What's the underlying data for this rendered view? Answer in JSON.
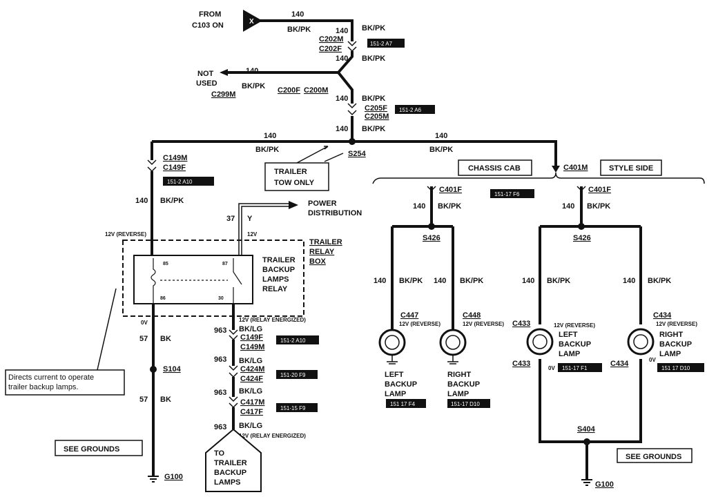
{
  "connectors": {
    "from_label": [
      "FROM",
      "C103 ON"
    ],
    "not_used": [
      "NOT",
      "USED"
    ],
    "c202m": "C202M",
    "c202f": "C202F",
    "c200f": "C200F",
    "c200m": "C200M",
    "c299m": "C299M",
    "c205f": "C205F",
    "c205m": "C205M",
    "s254": "S254",
    "c149m_a": "C149M",
    "c149f_a": "C149F",
    "c401m": "C401M",
    "c401f_l": "C401F",
    "c401f_r": "C401F",
    "s426_l": "S426",
    "s426_r": "S426",
    "c447": "C447",
    "c448": "C448",
    "c433_top": "C433",
    "c433_bot": "C433",
    "c434_top": "C434",
    "c434_bot": "C434",
    "s404": "S404",
    "s104": "S104",
    "g100_l": "G100",
    "g100_r": "G100",
    "c149f_b": "C149F",
    "c149m_b": "C149M",
    "c424m": "C424M",
    "c424f": "C424F",
    "c417m": "C417M",
    "c417f": "C417F"
  },
  "circuits": {
    "c140": "140",
    "c57": "57",
    "c37": "37",
    "c963": "963",
    "bkpk": "BK/PK",
    "bk": "BK",
    "y": "Y",
    "bklg": "BK/LG"
  },
  "refs": {
    "r1": "151-2  A7",
    "r2": "151-2  A6",
    "r3": "151-2  A10",
    "r4": "151-17 F6",
    "r5": "151-2  A10",
    "r6": "151-20 F9",
    "r7": "151-15 F9",
    "r8": "151  17 F4",
    "r9": "151-17 D10",
    "r10": "151-17 F1",
    "r11": "151  17 D10"
  },
  "boxes": {
    "trailer_tow_only": [
      "TRAILER",
      "TOW ONLY"
    ],
    "chassis_cab": "CHASSIS CAB",
    "style_side": "STYLE SIDE",
    "see_grounds_l": "SEE GROUNDS",
    "see_grounds_r": "SEE GROUNDS",
    "to_trailer": [
      "TO",
      "TRAILER",
      "BACKUP",
      "LAMPS"
    ],
    "callout": [
      "Directs current to  operate",
      "trailer backup lamps."
    ]
  },
  "relay": {
    "box_label": [
      "TRAILER",
      "RELAY",
      "BOX"
    ],
    "relay_label": [
      "TRAILER",
      "BACKUP",
      "LAMPS",
      "RELAY"
    ],
    "pin85": "85",
    "pin87": "87",
    "pin86": "86",
    "pin30": "30",
    "power_dist": [
      "POWER",
      "DISTRIBUTION"
    ],
    "v12_reverse": "12V (REVERSE)",
    "v12": "12V",
    "v0": "0V",
    "v12_relay": "12V (RELAY ENERGIZED)"
  },
  "lamps": {
    "left_backup": [
      "LEFT",
      "BACKUP",
      "LAMP"
    ],
    "right_backup": [
      "RIGHT",
      "BACKUP",
      "LAMP"
    ],
    "v12_rev": "12V (REVERSE)",
    "v0": "0V"
  }
}
